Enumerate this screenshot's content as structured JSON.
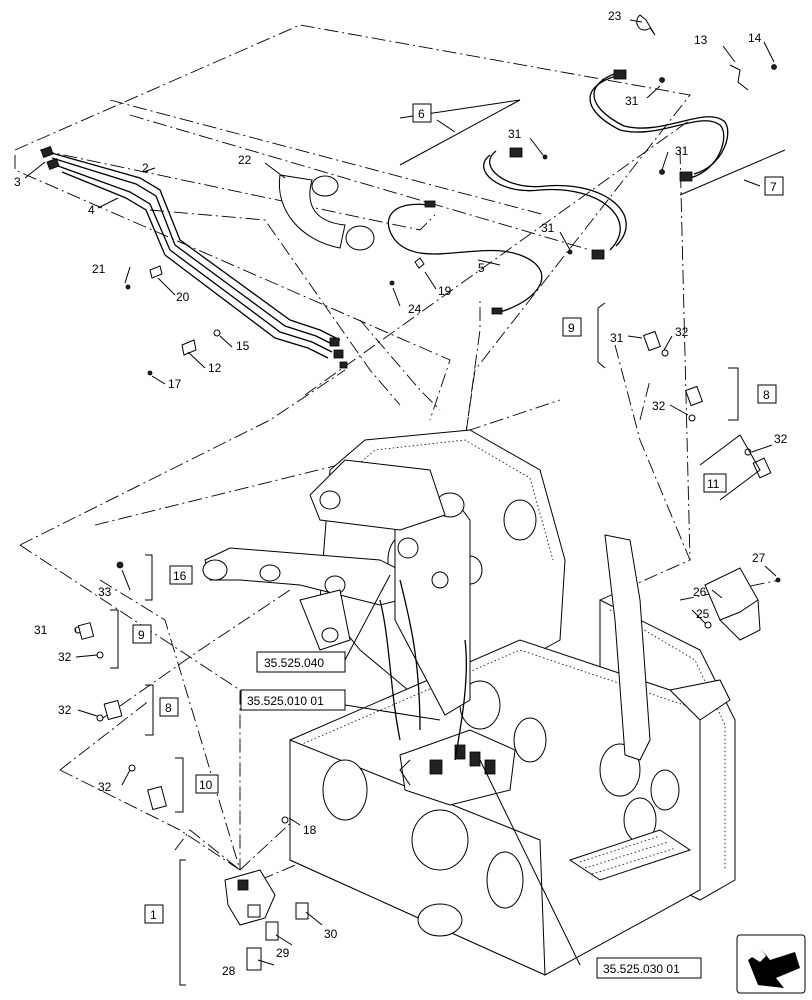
{
  "callouts": [
    "1",
    "2",
    "3",
    "4",
    "5",
    "6",
    "7",
    "8",
    "8",
    "9",
    "9",
    "10",
    "11",
    "12",
    "13",
    "14",
    "15",
    "16",
    "17",
    "18",
    "19",
    "20",
    "21",
    "22",
    "23",
    "24",
    "25",
    "26",
    "27",
    "28",
    "29",
    "30",
    "31",
    "31",
    "31",
    "31",
    "31",
    "31",
    "31",
    "32",
    "32",
    "32",
    "32",
    "32",
    "32",
    "32",
    "33"
  ],
  "boxed_labels": {
    "b1": "1",
    "b6": "6",
    "b7": "7",
    "b8a": "8",
    "b8b": "8",
    "b9a": "9",
    "b9b": "9",
    "b10": "10",
    "b11": "11",
    "b16": "16"
  },
  "references": {
    "r1": "35.525.040",
    "r2": "35.525.010 01",
    "r3": "35.525.030 01"
  },
  "nav_icon": "arrow-icon"
}
